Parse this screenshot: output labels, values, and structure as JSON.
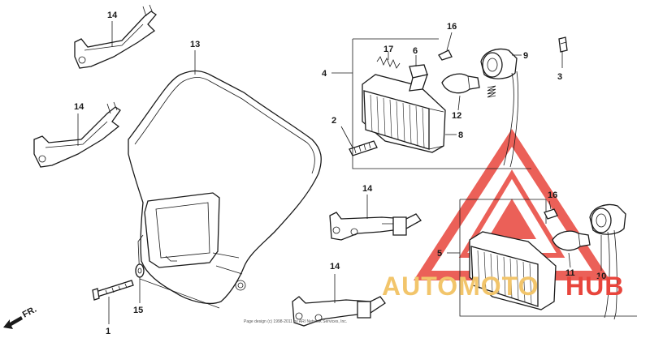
{
  "diagram": {
    "callouts": {
      "c1": "1",
      "c2": "2",
      "c3": "3",
      "c4": "4",
      "c5": "5",
      "c6": "6",
      "c8": "8",
      "c9": "9",
      "c10": "10",
      "c11": "11",
      "c12": "12",
      "c13": "13",
      "c14a": "14",
      "c14b": "14",
      "c14c": "14",
      "c14d": "14",
      "c15": "15",
      "c16a": "16",
      "c16b": "16",
      "c17": "17"
    },
    "direction_label": "FR.",
    "copyright": "Page design (c) 1998-2011 by ARI Network Services, Inc."
  },
  "watermark": {
    "text_part1": "AUTOMOTO",
    "text_part2": "HUB",
    "colors": {
      "triangle": "#e8453c",
      "text_gold": "#f2c56b",
      "text_red": "#e8453c"
    }
  }
}
